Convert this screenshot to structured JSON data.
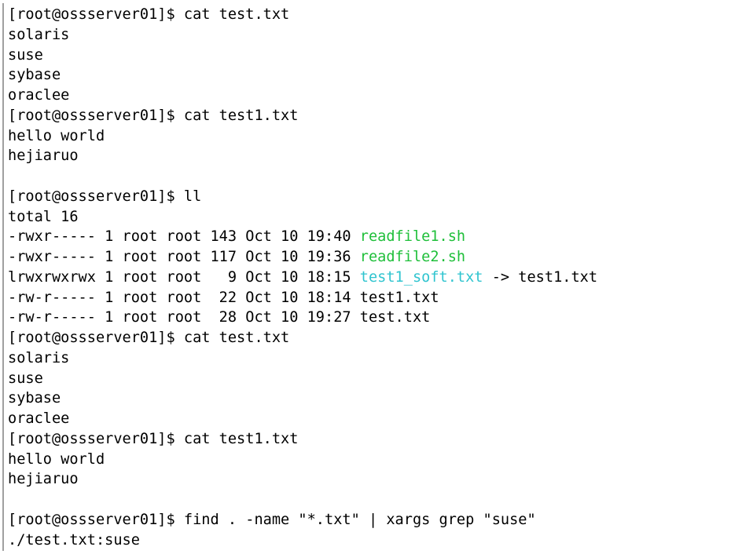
{
  "colors": {
    "background": "#ffffff",
    "text": "#000000",
    "executable": "#1fbf3a",
    "symlink": "#2fc4cf"
  },
  "terminal": {
    "lines": [
      {
        "segments": [
          {
            "text": "[root@ossserver01]$ cat test.txt",
            "style": "normal"
          }
        ]
      },
      {
        "segments": [
          {
            "text": "solaris",
            "style": "normal"
          }
        ]
      },
      {
        "segments": [
          {
            "text": "suse",
            "style": "normal"
          }
        ]
      },
      {
        "segments": [
          {
            "text": "sybase",
            "style": "normal"
          }
        ]
      },
      {
        "segments": [
          {
            "text": "oraclee",
            "style": "normal"
          }
        ]
      },
      {
        "segments": [
          {
            "text": "[root@ossserver01]$ cat test1.txt",
            "style": "normal"
          }
        ]
      },
      {
        "segments": [
          {
            "text": "hello world",
            "style": "normal"
          }
        ]
      },
      {
        "segments": [
          {
            "text": "hejiaruo",
            "style": "normal"
          }
        ]
      },
      {
        "segments": [
          {
            "text": "",
            "style": "normal"
          }
        ]
      },
      {
        "segments": [
          {
            "text": "[root@ossserver01]$ ll",
            "style": "normal"
          }
        ]
      },
      {
        "segments": [
          {
            "text": "total 16",
            "style": "normal"
          }
        ]
      },
      {
        "segments": [
          {
            "text": "-rwxr----- 1 root root 143 Oct 10 19:40 ",
            "style": "normal"
          },
          {
            "text": "readfile1.sh",
            "style": "exec"
          }
        ]
      },
      {
        "segments": [
          {
            "text": "-rwxr----- 1 root root 117 Oct 10 19:36 ",
            "style": "normal"
          },
          {
            "text": "readfile2.sh",
            "style": "exec"
          }
        ]
      },
      {
        "segments": [
          {
            "text": "lrwxrwxrwx 1 root root   9 Oct 10 18:15 ",
            "style": "normal"
          },
          {
            "text": "test1_soft.txt",
            "style": "link"
          },
          {
            "text": " -> test1.txt",
            "style": "normal"
          }
        ]
      },
      {
        "segments": [
          {
            "text": "-rw-r----- 1 root root  22 Oct 10 18:14 test1.txt",
            "style": "normal"
          }
        ]
      },
      {
        "segments": [
          {
            "text": "-rw-r----- 1 root root  28 Oct 10 19:27 test.txt",
            "style": "normal"
          }
        ]
      },
      {
        "segments": [
          {
            "text": "[root@ossserver01]$ cat test.txt",
            "style": "normal"
          }
        ]
      },
      {
        "segments": [
          {
            "text": "solaris",
            "style": "normal"
          }
        ]
      },
      {
        "segments": [
          {
            "text": "suse",
            "style": "normal"
          }
        ]
      },
      {
        "segments": [
          {
            "text": "sybase",
            "style": "normal"
          }
        ]
      },
      {
        "segments": [
          {
            "text": "oraclee",
            "style": "normal"
          }
        ]
      },
      {
        "segments": [
          {
            "text": "[root@ossserver01]$ cat test1.txt",
            "style": "normal"
          }
        ]
      },
      {
        "segments": [
          {
            "text": "hello world",
            "style": "normal"
          }
        ]
      },
      {
        "segments": [
          {
            "text": "hejiaruo",
            "style": "normal"
          }
        ]
      },
      {
        "segments": [
          {
            "text": "",
            "style": "normal"
          }
        ]
      },
      {
        "segments": [
          {
            "text": "[root@ossserver01]$ find . -name \"*.txt\" | xargs grep \"suse\"",
            "style": "normal"
          }
        ]
      },
      {
        "segments": [
          {
            "text": "./test.txt:suse",
            "style": "normal"
          }
        ]
      }
    ]
  }
}
